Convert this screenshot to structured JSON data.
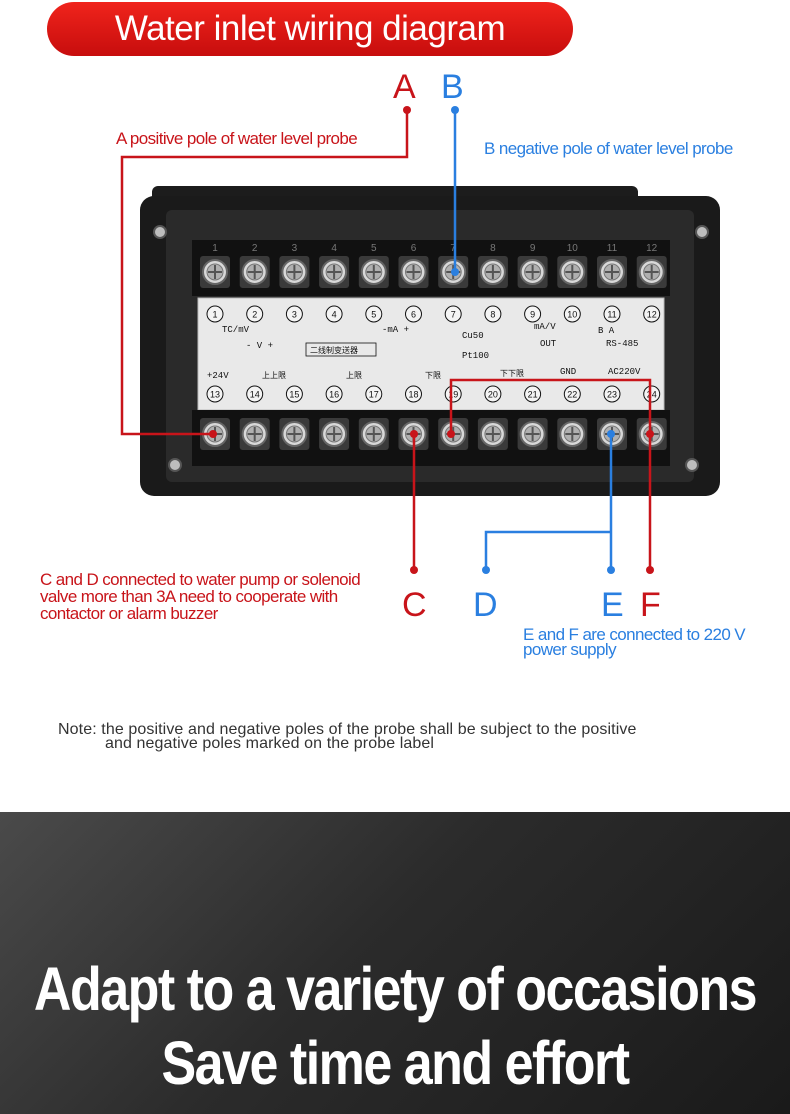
{
  "header": {
    "title": "Water inlet wiring diagram"
  },
  "letters": {
    "a": "A",
    "b": "B",
    "c": "C",
    "d": "D",
    "e": "E",
    "f": "F"
  },
  "labels": {
    "a_text": "A positive pole of water level probe",
    "b_text": "B negative pole of water level probe",
    "cd_line1": "C and D connected to water pump or solenoid",
    "cd_line2": "valve more than 3A need to cooperate with",
    "cd_line3": "contactor or alarm buzzer",
    "ef_line1": "E and F are connected to 220 V",
    "ef_line2": "power supply"
  },
  "device": {
    "top_numbers": [
      "1",
      "2",
      "3",
      "4",
      "5",
      "6",
      "7",
      "8",
      "9",
      "10",
      "11",
      "12"
    ],
    "label_circles_top": [
      "1",
      "2",
      "3",
      "4",
      "5",
      "6",
      "7",
      "8",
      "9",
      "10",
      "11",
      "12"
    ],
    "label_circles_bottom": [
      "13",
      "14",
      "15",
      "16",
      "17",
      "18",
      "19",
      "20",
      "21",
      "22",
      "23",
      "24"
    ],
    "panel_texts": {
      "tc_mv": "TC/mV",
      "v": "- V +",
      "ma": "-mA +",
      "cu50": "Cu50",
      "pt100": "Pt100",
      "two_wire": "二线制变送器",
      "ma_v": "mA/V",
      "out": "OUT",
      "b_a": "B      A",
      "rs485": "RS-485",
      "p24v": "+24V",
      "upper_upper": "上上限",
      "upper": "上限",
      "lower": "下限",
      "lower_lower": "下下限",
      "gnd": "GND",
      "ac220v": "AC220V"
    }
  },
  "note": {
    "line1": "Note: the positive and negative poles of the probe shall be subject to the positive",
    "line2": "and negative poles marked on the probe label"
  },
  "slogan": {
    "line1": "Adapt to a variety of occasions",
    "line2": "Save time and effort"
  },
  "colors": {
    "red": "#c8141a",
    "blue": "#2a7fe0",
    "title_bg": "#e01a16"
  }
}
